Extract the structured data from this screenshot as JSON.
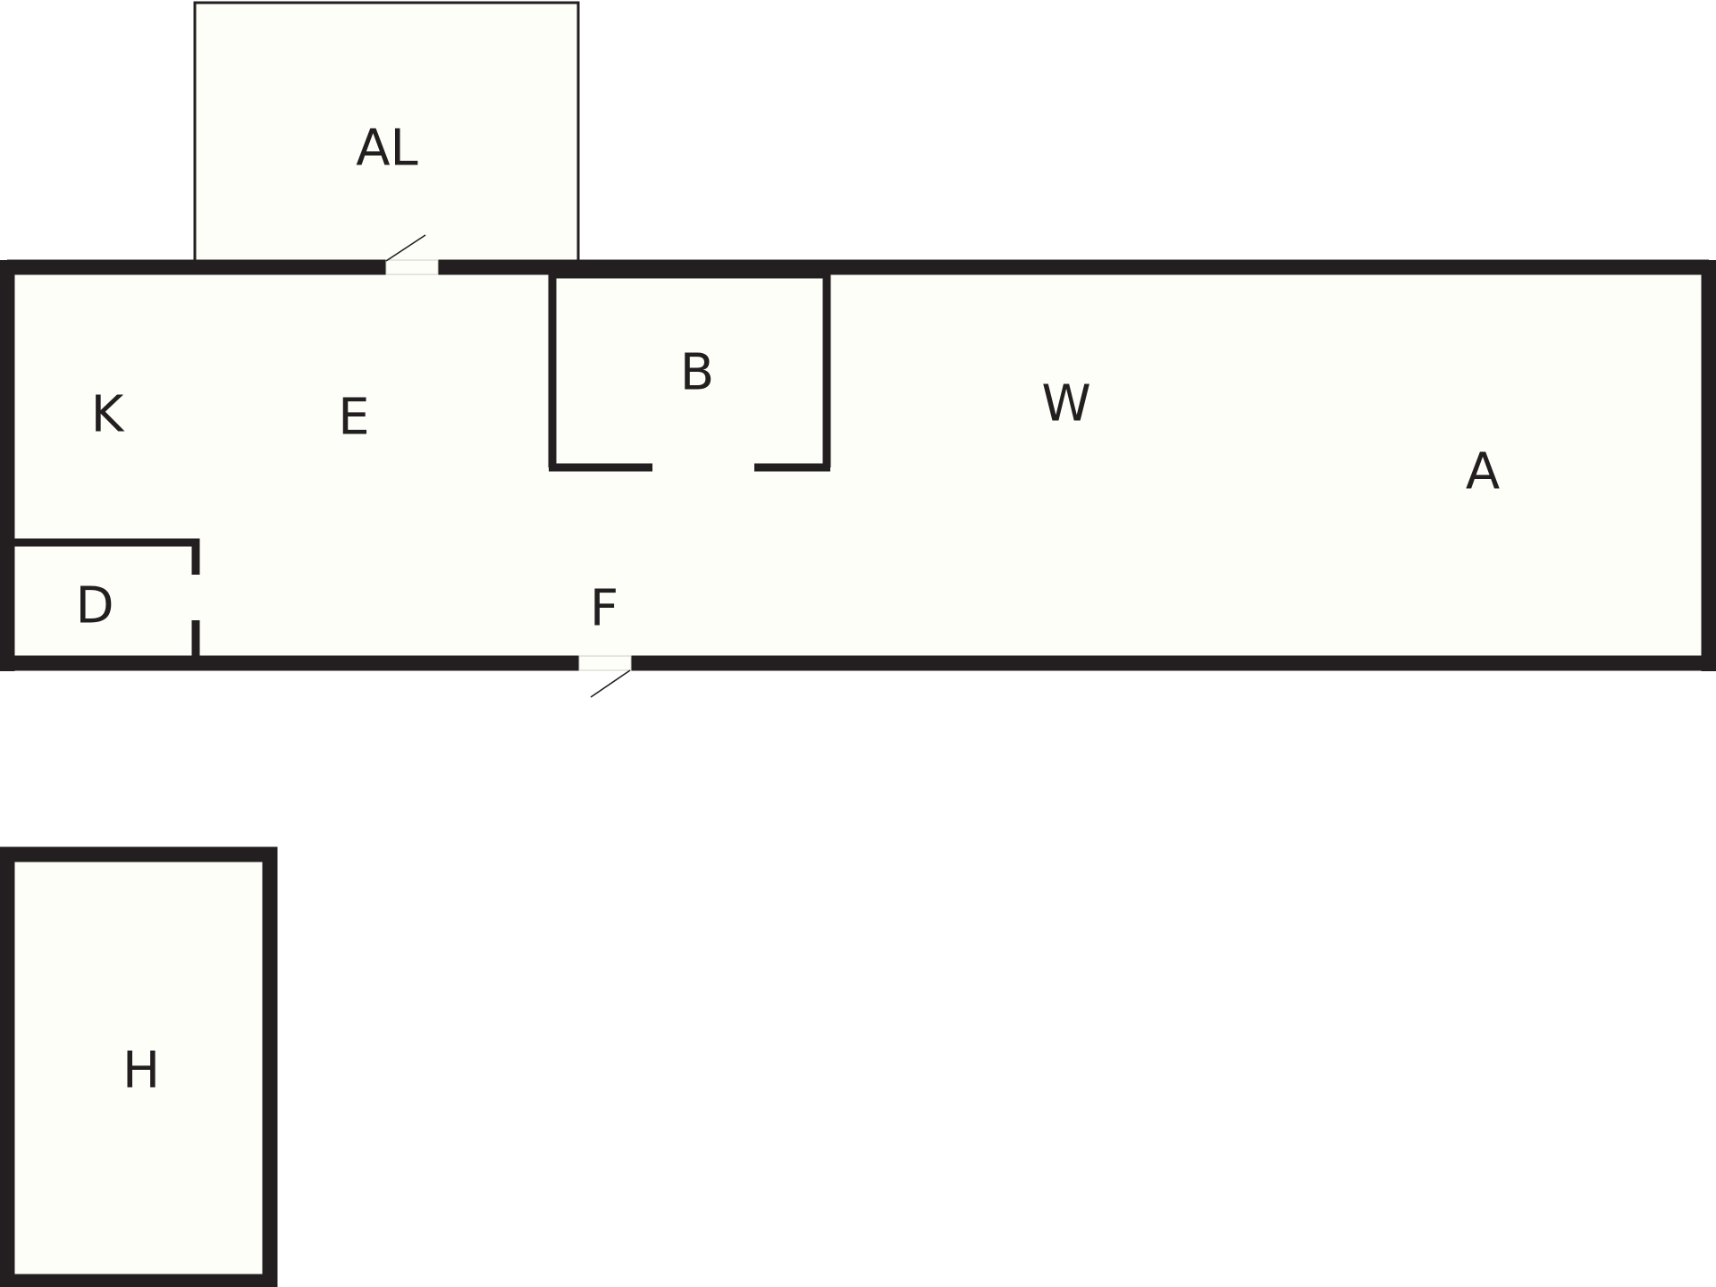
{
  "diagram": {
    "type": "floor-plan",
    "colors": {
      "wall": "#231f20",
      "room_fill": "#fdfef8",
      "background": "#ffffff"
    },
    "rooms": {
      "al": "AL",
      "k": "K",
      "e": "E",
      "b": "B",
      "w": "W",
      "a": "A",
      "d": "D",
      "f": "F",
      "h": "H"
    }
  }
}
